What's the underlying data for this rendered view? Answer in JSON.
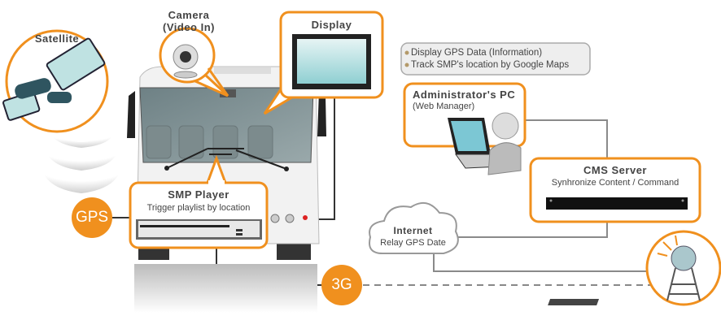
{
  "colors": {
    "accent": "#f0901e",
    "line": "#333333",
    "connector_gray": "#8a8a8a"
  },
  "satellite": {
    "label": "Satellite",
    "icon": "satellite-icon"
  },
  "camera": {
    "label_line1": "Camera",
    "label_line2": "(Video In)",
    "icon": "webcam-icon"
  },
  "display": {
    "label": "Display",
    "icon": "monitor-icon"
  },
  "smp_player": {
    "title": "SMP Player",
    "subtitle": "Trigger playlist by location",
    "icon": "media-player-device-icon"
  },
  "gps": {
    "label": "GPS"
  },
  "three_g": {
    "label": "3G"
  },
  "info_box": {
    "items": [
      "Display GPS Data (Information)",
      "Track SMP's location by Google Maps"
    ]
  },
  "admin_pc": {
    "title": "Administrator's PC",
    "subtitle": "(Web Manager)",
    "icon": "laptop-user-icon"
  },
  "cms_server": {
    "title": "CMS Server",
    "subtitle": "Synhronize Content / Command",
    "icon": "rack-server-icon"
  },
  "internet": {
    "title": "Internet",
    "subtitle": "Relay GPS Date",
    "icon": "cloud-icon"
  },
  "tower": {
    "icon": "antenna-tower-icon"
  }
}
